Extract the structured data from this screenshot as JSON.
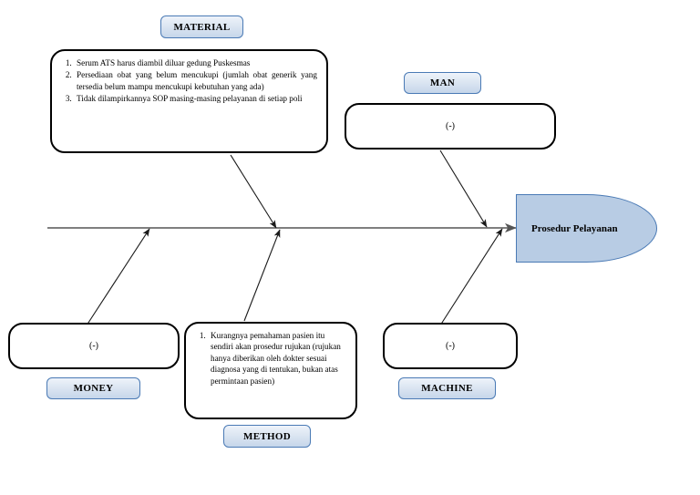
{
  "diagram": {
    "type": "fishbone-ishikawa",
    "effect": {
      "label": "Prosedur Pelayanan"
    },
    "colors": {
      "label_fill": "#dce6f2",
      "label_border": "#4a7ab5",
      "head_fill": "#b8cce4",
      "head_border": "#4a7ab5",
      "box_border": "#000000",
      "spine": "#555555",
      "background": "#ffffff"
    },
    "categories": [
      {
        "key": "material",
        "label": "MATERIAL",
        "side": "top",
        "causes": [
          "Serum ATS harus diambil diluar gedung Puskesmas",
          "Persediaan obat yang  belum mencukupi (jumlah obat generik yang tersedia belum mampu mencukupi kebutuhan yang ada)",
          "Tidak dilampirkannya SOP masing-masing pelayanan di setiap poli"
        ],
        "empty_marker": ""
      },
      {
        "key": "man",
        "label": "MAN",
        "side": "top",
        "causes": [],
        "empty_marker": "(-)"
      },
      {
        "key": "money",
        "label": "MONEY",
        "side": "bottom",
        "causes": [],
        "empty_marker": "(-)"
      },
      {
        "key": "method",
        "label": "METHOD",
        "side": "bottom",
        "causes": [
          "Kurangnya pemahaman pasien itu sendiri akan prosedur rujukan (rujukan hanya diberikan oleh dokter sesuai diagnosa yang di tentukan, bukan atas permintaan pasien)"
        ],
        "empty_marker": ""
      },
      {
        "key": "machine",
        "label": "MACHINE",
        "side": "bottom",
        "causes": [],
        "empty_marker": "(-)"
      }
    ]
  }
}
